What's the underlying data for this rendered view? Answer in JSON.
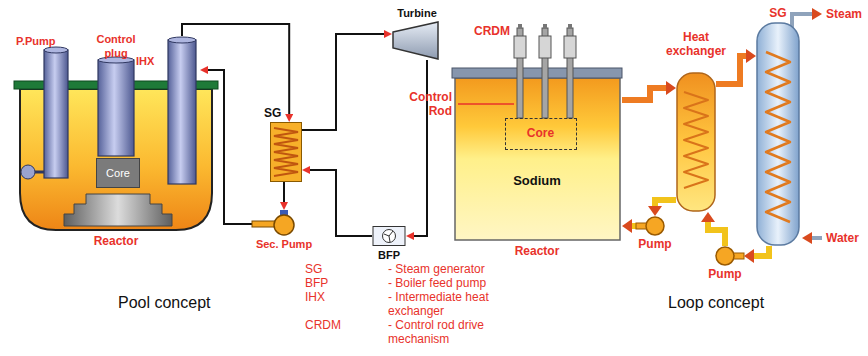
{
  "diagram": {
    "nodes": [
      {
        "text": [
          "Reactor"
        ]
      },
      {
        "text": [
          "P.Pump"
        ],
        "in": 0
      },
      {
        "text": [
          "Control plug"
        ],
        "in": 0
      },
      {
        "text": [
          "IHX"
        ],
        "in": 0
      },
      {
        "text": [
          "Core"
        ],
        "in": 0
      },
      {
        "text": [
          "SG"
        ]
      },
      {
        "text": [
          "Turbine"
        ]
      },
      {
        "text": [
          "Sec. Pump"
        ]
      },
      {
        "text": [
          "BFP"
        ]
      },
      {
        "text": [
          "Sodium",
          "Reactor"
        ]
      },
      {
        "text": [
          "Core"
        ],
        "in": 9
      },
      {
        "text": [
          "Heat exchanger"
        ]
      },
      {
        "text": [
          "Pump"
        ]
      },
      {
        "text": [
          "Pump"
        ]
      },
      {
        "text": [
          "SG"
        ]
      }
    ],
    "edges": [
      {
        "from": 3,
        "to": 5,
        "arrow": "to"
      },
      {
        "from": 5,
        "to": 7,
        "arrow": "to"
      },
      {
        "from": 7,
        "to": 3,
        "arrow": "to"
      },
      {
        "from": 5,
        "to": 6,
        "arrow": "to"
      },
      {
        "from": 6,
        "to": 8,
        "arrow": "to"
      },
      {
        "from": 8,
        "to": 5,
        "arrow": "to"
      },
      {
        "from": 9,
        "to": 11,
        "arrow": "to"
      },
      {
        "from": 11,
        "to": 12,
        "arrow": "to"
      },
      {
        "from": 12,
        "to": 9,
        "arrow": "to"
      },
      {
        "from": 11,
        "to": 14,
        "arrow": "to"
      },
      {
        "from": 14,
        "to": 13,
        "arrow": "to"
      },
      {
        "from": 13,
        "to": 11,
        "arrow": "to"
      }
    ],
    "labels": [
      "Pool concept",
      "Loop concept",
      "SG",
      "- Steam generator",
      "BFP",
      "- Boiler feed pump",
      "IHX",
      "- Intermediate heat exchanger",
      "CRDM",
      "- Control rod drive mechanism",
      "CRDM",
      "Control Rod",
      "Steam",
      "Water"
    ]
  }
}
